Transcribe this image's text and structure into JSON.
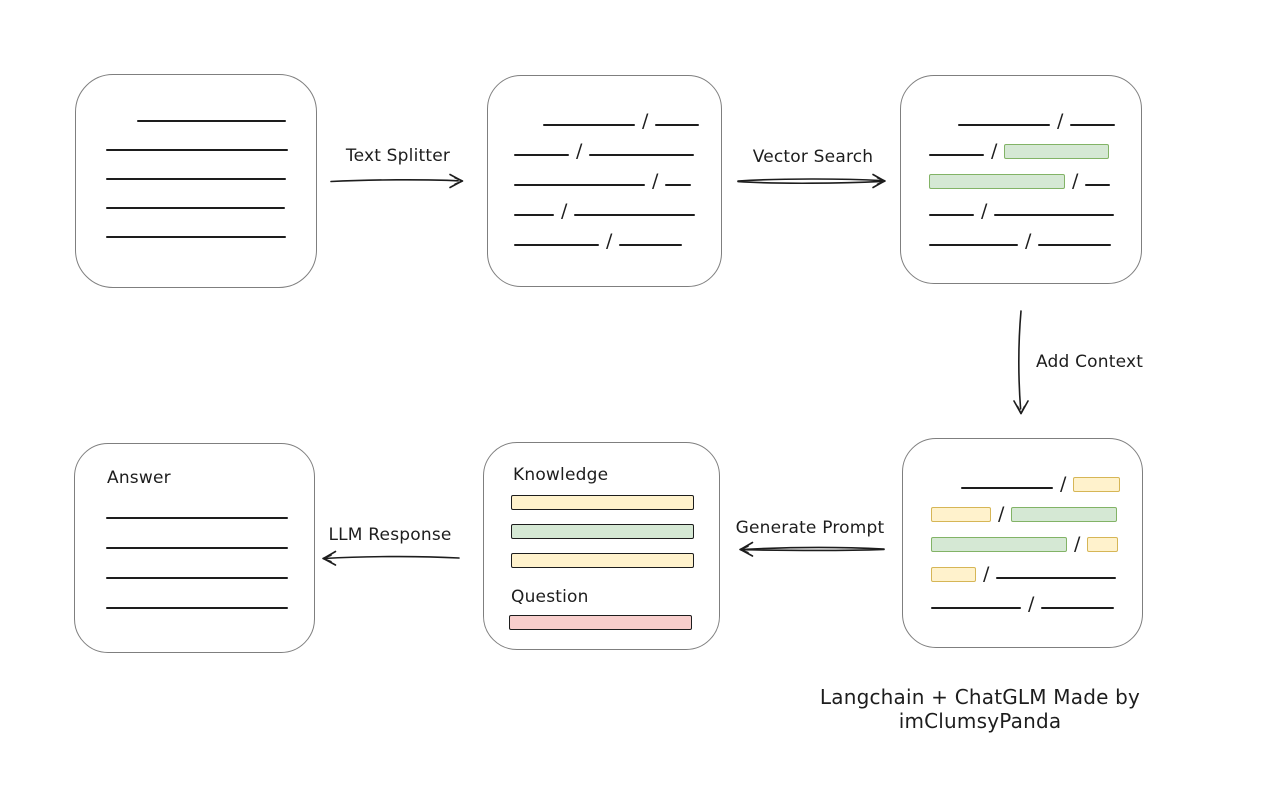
{
  "caption": "Langchain + ChatGLM Made by imClumsyPanda",
  "slash_char": "/",
  "colors": {
    "ink": "#1d1d1d",
    "box_border": "#7f7f7f",
    "green_fill": "#d5e8d4",
    "green_border": "#82b366",
    "yellow_fill": "#fff2cc",
    "yellow_border": "#d6b656",
    "red_fill": "#f8cecc",
    "red_border": "#b85450"
  },
  "flow": {
    "text_splitter": "Text Splitter",
    "vector_search": "Vector Search",
    "add_context": "Add Context",
    "generate_prompt": "Generate Prompt",
    "llm_response": "LLM Response"
  },
  "source_document": {
    "lines": [
      {
        "indent": 31,
        "width": 149
      },
      {
        "indent": 0,
        "width": 182
      },
      {
        "indent": 0,
        "width": 180
      },
      {
        "indent": 0,
        "width": 179
      },
      {
        "indent": 0,
        "width": 180
      }
    ]
  },
  "chunk_box": {
    "rows": [
      {
        "indent": 29,
        "segments": [
          {
            "type": "line",
            "w": 92
          },
          {
            "type": "slash"
          },
          {
            "type": "line",
            "w": 44
          }
        ]
      },
      {
        "indent": 0,
        "segments": [
          {
            "type": "line",
            "w": 55
          },
          {
            "type": "slash"
          },
          {
            "type": "line",
            "w": 105
          }
        ]
      },
      {
        "indent": 0,
        "segments": [
          {
            "type": "line",
            "w": 131
          },
          {
            "type": "slash"
          },
          {
            "type": "line",
            "w": 26
          }
        ]
      },
      {
        "indent": 0,
        "segments": [
          {
            "type": "line",
            "w": 40
          },
          {
            "type": "slash"
          },
          {
            "type": "line",
            "w": 121
          }
        ]
      },
      {
        "indent": 0,
        "segments": [
          {
            "type": "line",
            "w": 85
          },
          {
            "type": "slash"
          },
          {
            "type": "line",
            "w": 63
          }
        ]
      }
    ]
  },
  "retrieved_box": {
    "rows": [
      {
        "indent": 29,
        "segments": [
          {
            "type": "line",
            "w": 92
          },
          {
            "type": "slash"
          },
          {
            "type": "line",
            "w": 45
          }
        ]
      },
      {
        "indent": 0,
        "segments": [
          {
            "type": "line",
            "w": 55
          },
          {
            "type": "slash"
          },
          {
            "type": "green",
            "w": 103
          }
        ]
      },
      {
        "indent": 0,
        "segments": [
          {
            "type": "green",
            "w": 134
          },
          {
            "type": "slash"
          },
          {
            "type": "line",
            "w": 25
          }
        ]
      },
      {
        "indent": 0,
        "segments": [
          {
            "type": "line",
            "w": 45
          },
          {
            "type": "slash"
          },
          {
            "type": "line",
            "w": 120
          }
        ]
      },
      {
        "indent": 0,
        "segments": [
          {
            "type": "line",
            "w": 89
          },
          {
            "type": "slash"
          },
          {
            "type": "line",
            "w": 73
          }
        ]
      }
    ]
  },
  "context_box": {
    "rows": [
      {
        "indent": 30,
        "segments": [
          {
            "type": "line",
            "w": 92
          },
          {
            "type": "slash"
          },
          {
            "type": "yellow",
            "w": 45
          }
        ]
      },
      {
        "indent": 0,
        "segments": [
          {
            "type": "yellow",
            "w": 58
          },
          {
            "type": "slash"
          },
          {
            "type": "green",
            "w": 104
          }
        ]
      },
      {
        "indent": 0,
        "segments": [
          {
            "type": "green",
            "w": 134
          },
          {
            "type": "slash"
          },
          {
            "type": "yellow",
            "w": 29
          }
        ]
      },
      {
        "indent": 0,
        "segments": [
          {
            "type": "yellow",
            "w": 43
          },
          {
            "type": "slash"
          },
          {
            "type": "line",
            "w": 120
          }
        ]
      },
      {
        "indent": 0,
        "segments": [
          {
            "type": "line",
            "w": 90
          },
          {
            "type": "slash"
          },
          {
            "type": "line",
            "w": 73
          }
        ]
      }
    ]
  },
  "prompt_box": {
    "knowledge_label": "Knowledge",
    "question_label": "Question",
    "knowledge_bars": [
      {
        "color": "yellow",
        "name": "knowledge-bar-1"
      },
      {
        "color": "green",
        "name": "knowledge-bar-2"
      },
      {
        "color": "yellow",
        "name": "knowledge-bar-3"
      }
    ],
    "question_bars": [
      {
        "color": "red",
        "name": "question-bar"
      }
    ]
  },
  "answer_box": {
    "label": "Answer",
    "lines": [
      {
        "indent": 31,
        "width": 182
      },
      {
        "indent": 31,
        "width": 182
      },
      {
        "indent": 31,
        "width": 182
      },
      {
        "indent": 31,
        "width": 182
      }
    ]
  }
}
